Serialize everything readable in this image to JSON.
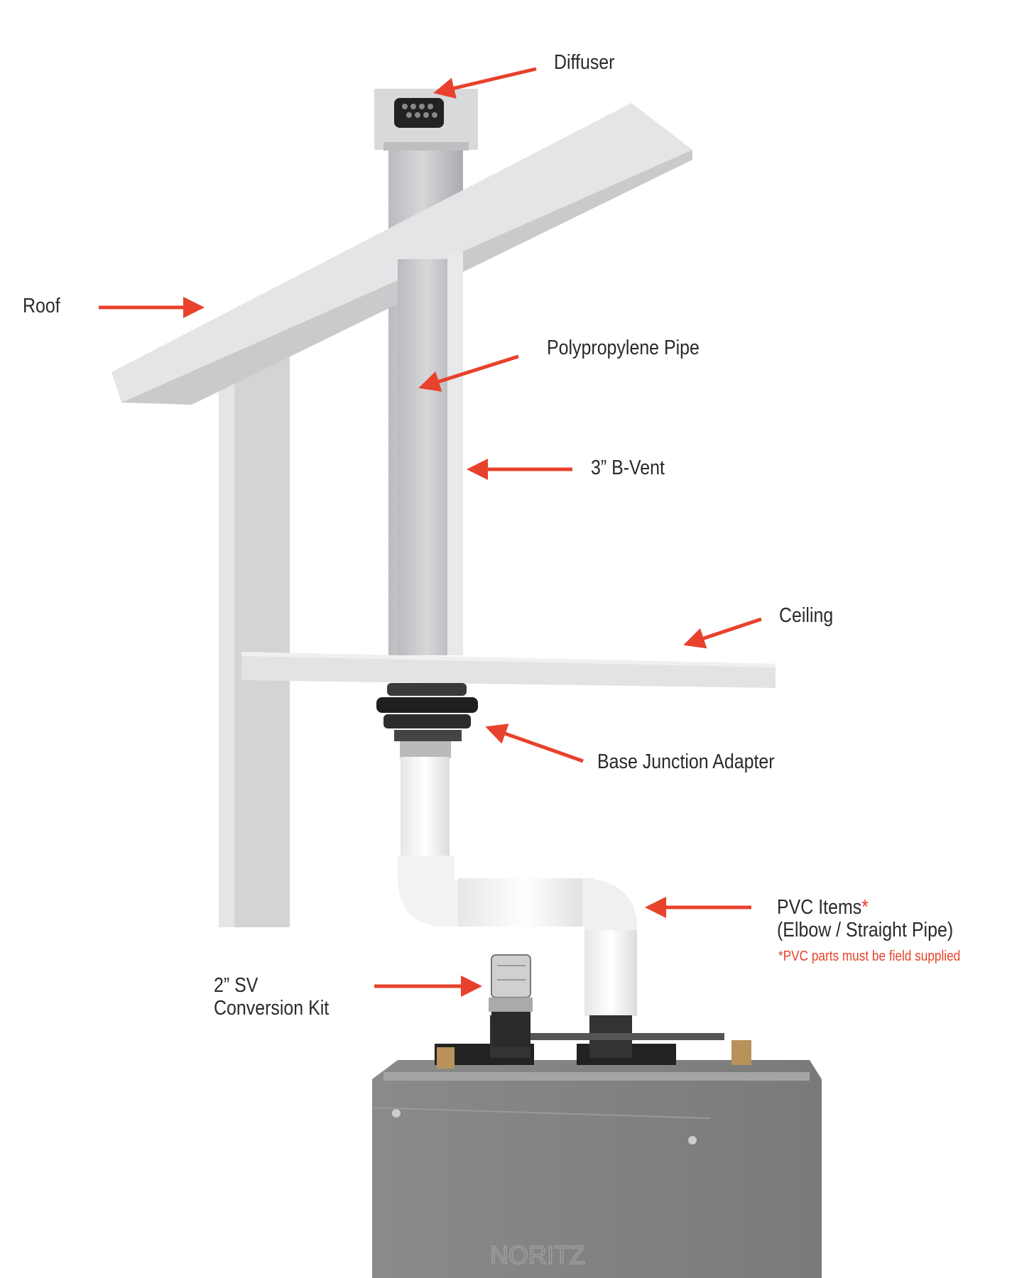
{
  "labels": {
    "diffuser": "Diffuser",
    "roof": "Roof",
    "polypropylene_pipe": "Polypropylene Pipe",
    "b_vent": "3” B-Vent",
    "ceiling": "Ceiling",
    "base_junction_adapter": "Base Junction Adapter",
    "pvc_items": "PVC Items",
    "pvc_asterisk": "*",
    "pvc_items_detail": "(Elbow / Straight Pipe)",
    "pvc_note": "*PVC parts must be field supplied",
    "sv_kit_line1": "2” SV",
    "sv_kit_line2": "Conversion Kit"
  },
  "logo_text": "NORITZ",
  "colors": {
    "arrow": "#e8412c",
    "text": "#2a2a2a"
  }
}
